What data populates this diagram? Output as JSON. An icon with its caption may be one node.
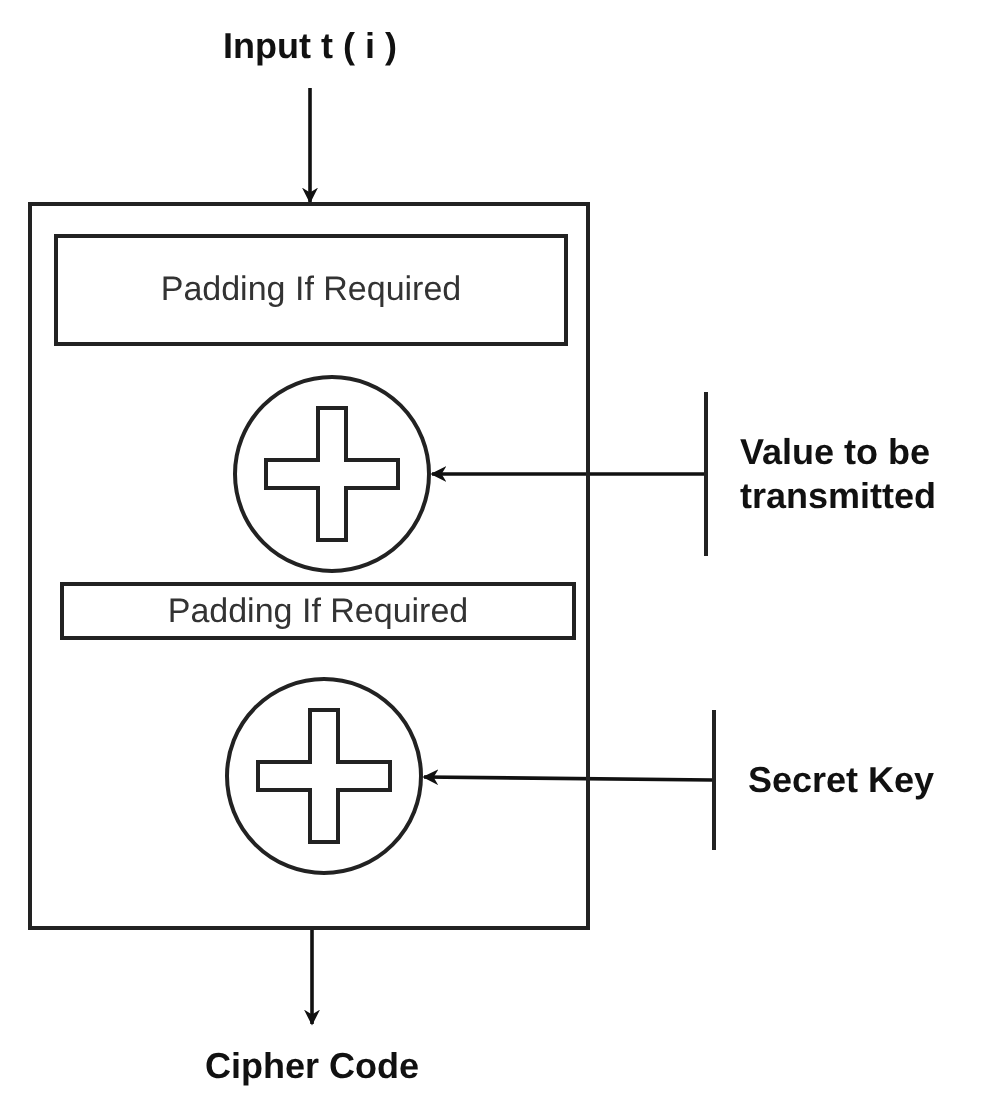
{
  "diagram": {
    "nodes": [
      {
        "text": [
          "Input t ( i )"
        ]
      },
      {
        "text": [],
        "shape": "box"
      },
      {
        "text": [
          "Padding If Required"
        ],
        "in": 1
      },
      {
        "text": [],
        "shape": "circle",
        "in": 1
      },
      {
        "text": [
          "Padding If Required"
        ],
        "in": 1
      },
      {
        "text": [],
        "shape": "circle",
        "in": 1
      },
      {
        "text": [
          "Value to be transmitted"
        ]
      },
      {
        "text": [
          "Secret Key"
        ]
      },
      {
        "text": [
          "Cipher Code"
        ]
      }
    ],
    "edges": [
      {
        "from": 0,
        "to": 1,
        "arrow": "to"
      },
      {
        "from": 6,
        "to": 3,
        "arrow": "to"
      },
      {
        "from": 7,
        "to": 5,
        "arrow": "to"
      },
      {
        "from": 1,
        "to": 8,
        "arrow": "to"
      }
    ]
  }
}
